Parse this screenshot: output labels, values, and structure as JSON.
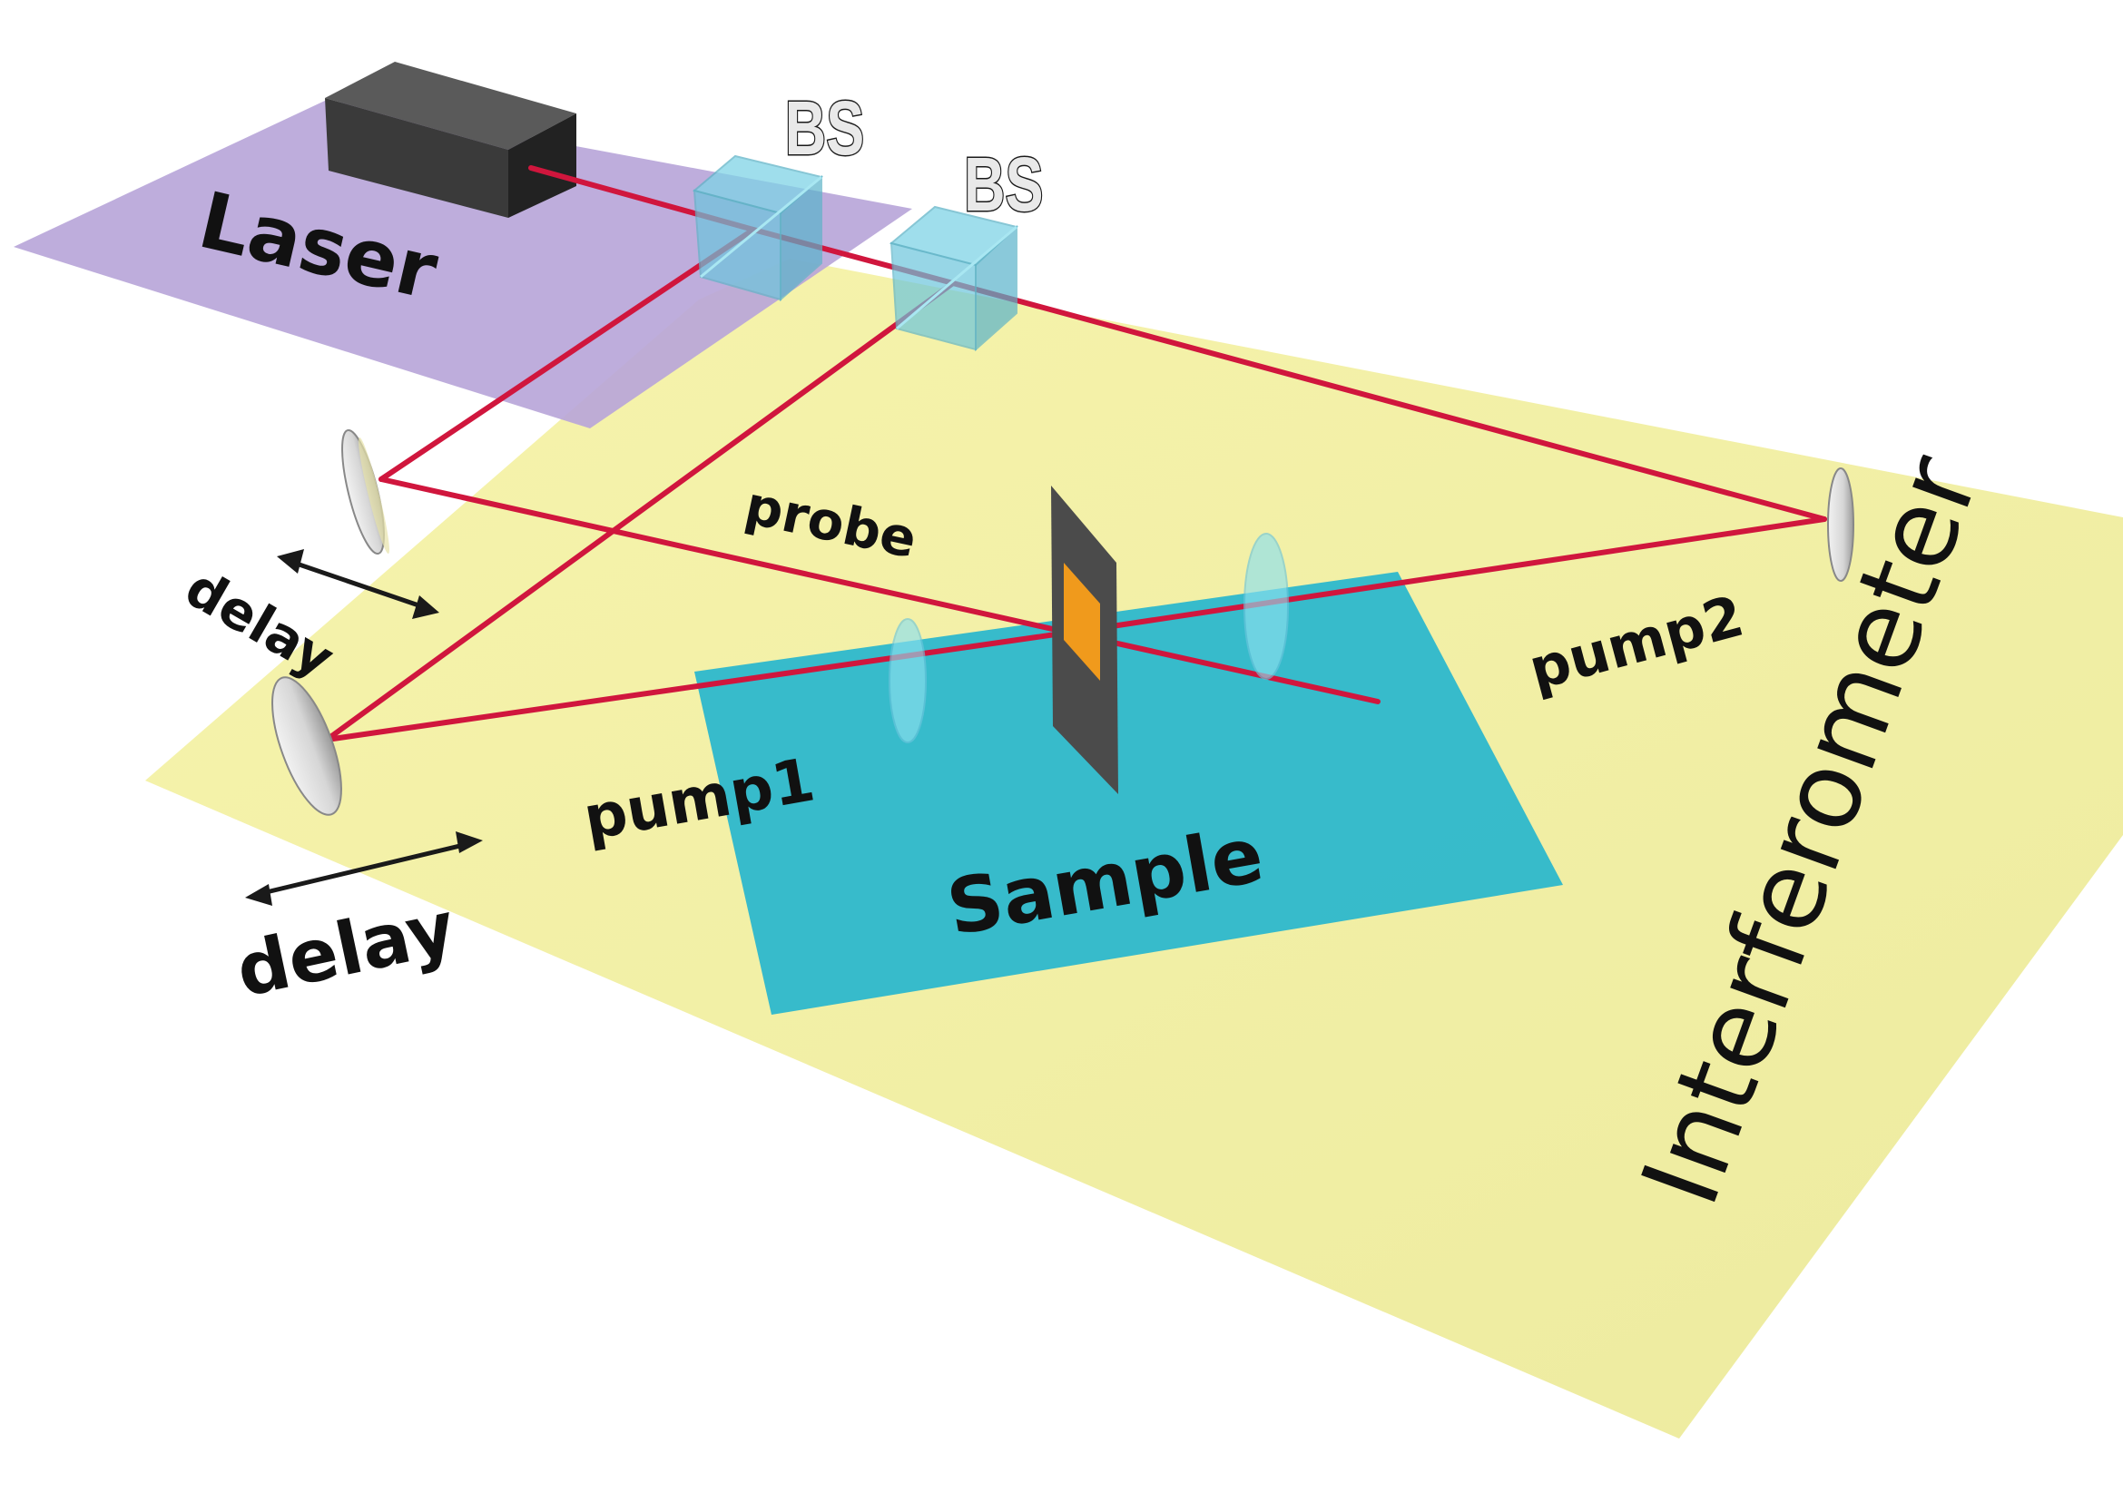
{
  "labels": {
    "laser": "Laser",
    "bs1": "BS",
    "bs2": "BS",
    "probe": "probe",
    "pump1": "pump1",
    "pump2": "pump2",
    "delay_top": "delay",
    "delay_bottom": "delay",
    "sample": "Sample",
    "interferometer": "Interferometer"
  },
  "colors": {
    "laser_table": "#b9a6d9",
    "interferometer_table": "#f3f0a2",
    "sample_table": "#2cb7cc",
    "beam": "#d0163d",
    "beam_splitter": "#7fd3e6",
    "sample_holder": "#4b4b4b",
    "sample_spot": "#f09a1c",
    "laser_box": "#3a3a3a"
  }
}
